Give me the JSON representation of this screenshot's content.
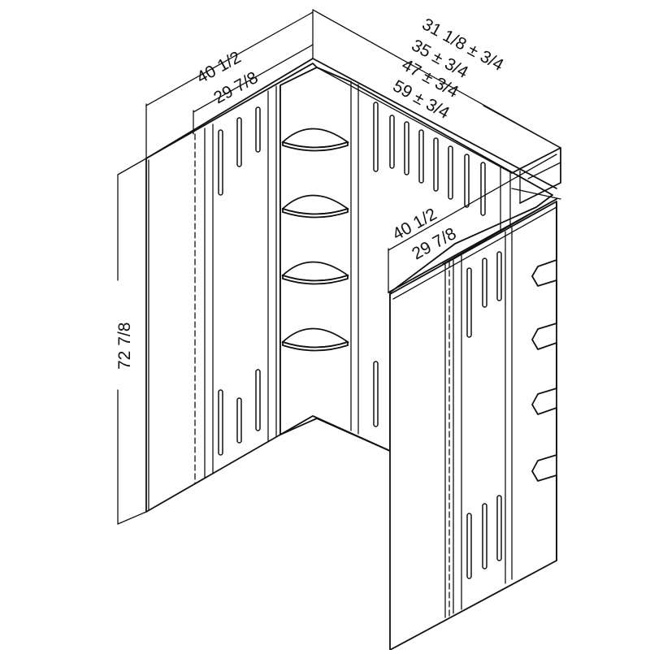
{
  "figure": {
    "dimensions": {
      "left_width_outer": "40 1/2",
      "left_width_inner": "29 7/8",
      "top_right_1": "31 1/8 ± 3/4",
      "top_right_2": "35 ± 3/4",
      "top_right_3": "47 ± 3/4",
      "top_right_4": "59 ± 3/4",
      "right_width_outer": "40 1/2",
      "right_width_inner": "29 7/8",
      "height": "72 7/8"
    },
    "shelf_count": 4
  }
}
